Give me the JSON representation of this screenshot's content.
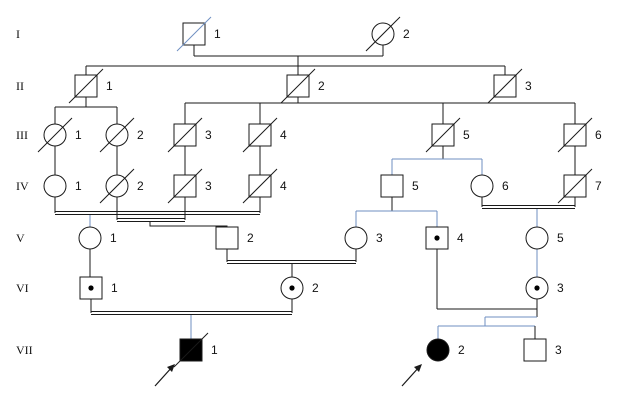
{
  "generations": [
    "I",
    "II",
    "III",
    "IV",
    "V",
    "VI",
    "VII"
  ],
  "colors": {
    "line": "#1a1a1a",
    "accent": "#6f8fc2",
    "fill": "#000000"
  },
  "people": [
    {
      "id": "I-1",
      "gen": "I",
      "label": "1",
      "sex": "male",
      "deceased": true
    },
    {
      "id": "I-2",
      "gen": "I",
      "label": "2",
      "sex": "female",
      "deceased": true
    },
    {
      "id": "II-1",
      "gen": "II",
      "label": "1",
      "sex": "male",
      "deceased": true
    },
    {
      "id": "II-2",
      "gen": "II",
      "label": "2",
      "sex": "male",
      "deceased": true
    },
    {
      "id": "II-3",
      "gen": "II",
      "label": "3",
      "sex": "male",
      "deceased": true
    },
    {
      "id": "III-1",
      "gen": "III",
      "label": "1",
      "sex": "female",
      "deceased": true
    },
    {
      "id": "III-2",
      "gen": "III",
      "label": "2",
      "sex": "female",
      "deceased": true
    },
    {
      "id": "III-3",
      "gen": "III",
      "label": "3",
      "sex": "male",
      "deceased": true
    },
    {
      "id": "III-4",
      "gen": "III",
      "label": "4",
      "sex": "male",
      "deceased": true
    },
    {
      "id": "III-5",
      "gen": "III",
      "label": "5",
      "sex": "male",
      "deceased": true
    },
    {
      "id": "III-6",
      "gen": "III",
      "label": "6",
      "sex": "male",
      "deceased": true
    },
    {
      "id": "IV-1",
      "gen": "IV",
      "label": "1",
      "sex": "female"
    },
    {
      "id": "IV-2",
      "gen": "IV",
      "label": "2",
      "sex": "female",
      "deceased": true
    },
    {
      "id": "IV-3",
      "gen": "IV",
      "label": "3",
      "sex": "male",
      "deceased": true
    },
    {
      "id": "IV-4",
      "gen": "IV",
      "label": "4",
      "sex": "male",
      "deceased": true
    },
    {
      "id": "IV-5",
      "gen": "IV",
      "label": "5",
      "sex": "male"
    },
    {
      "id": "IV-6",
      "gen": "IV",
      "label": "6",
      "sex": "female"
    },
    {
      "id": "IV-7",
      "gen": "IV",
      "label": "7",
      "sex": "male",
      "deceased": true
    },
    {
      "id": "V-1",
      "gen": "V",
      "label": "1",
      "sex": "female"
    },
    {
      "id": "V-2",
      "gen": "V",
      "label": "2",
      "sex": "male"
    },
    {
      "id": "V-3",
      "gen": "V",
      "label": "3",
      "sex": "female"
    },
    {
      "id": "V-4",
      "gen": "V",
      "label": "4",
      "sex": "male",
      "carrier": true
    },
    {
      "id": "V-5",
      "gen": "V",
      "label": "5",
      "sex": "female"
    },
    {
      "id": "VI-1",
      "gen": "VI",
      "label": "1",
      "sex": "male",
      "carrier": true
    },
    {
      "id": "VI-2",
      "gen": "VI",
      "label": "2",
      "sex": "female",
      "carrier": true
    },
    {
      "id": "VI-3",
      "gen": "VI",
      "label": "3",
      "sex": "female",
      "carrier": true
    },
    {
      "id": "VII-1",
      "gen": "VII",
      "label": "1",
      "sex": "male",
      "affected": true,
      "deceased": true,
      "proband": true
    },
    {
      "id": "VII-2",
      "gen": "VII",
      "label": "2",
      "sex": "female",
      "affected": true,
      "proband": true
    },
    {
      "id": "VII-3",
      "gen": "VII",
      "label": "3",
      "sex": "male"
    }
  ],
  "unions": [
    {
      "partners": [
        "I-1",
        "I-2"
      ],
      "children": [
        "II-1",
        "II-2",
        "II-3"
      ]
    },
    {
      "partners": [
        "II-1"
      ],
      "children": [
        "III-1",
        "III-2"
      ]
    },
    {
      "partners": [
        "II-2"
      ],
      "children": [
        "III-3",
        "III-4",
        "III-5",
        "III-6"
      ]
    },
    {
      "partners": [
        "III-1"
      ],
      "children": [
        "IV-1"
      ]
    },
    {
      "partners": [
        "III-2"
      ],
      "children": [
        "IV-2"
      ]
    },
    {
      "partners": [
        "III-3"
      ],
      "children": [
        "IV-3"
      ]
    },
    {
      "partners": [
        "III-4"
      ],
      "children": [
        "IV-4"
      ]
    },
    {
      "partners": [
        "III-5"
      ],
      "children": [
        "IV-5",
        "IV-6"
      ]
    },
    {
      "partners": [
        "III-6"
      ],
      "children": [
        "IV-7"
      ]
    },
    {
      "partners": [
        "IV-1",
        "IV-4"
      ],
      "consanguineous": true,
      "children": [
        "V-1"
      ]
    },
    {
      "partners": [
        "IV-2",
        "IV-3"
      ],
      "consanguineous": true,
      "children": [
        "V-2"
      ]
    },
    {
      "partners": [
        "IV-5"
      ],
      "children": [
        "V-3",
        "V-4"
      ]
    },
    {
      "partners": [
        "IV-6",
        "IV-7"
      ],
      "consanguineous": true,
      "children": [
        "V-5"
      ]
    },
    {
      "partners": [
        "V-1"
      ],
      "children": [
        "VI-1"
      ]
    },
    {
      "partners": [
        "V-2",
        "V-3"
      ],
      "consanguineous": true,
      "children": [
        "VI-2"
      ]
    },
    {
      "partners": [
        "V-4",
        "V-5"
      ],
      "children": [
        "VI-3"
      ]
    },
    {
      "partners": [
        "VI-1",
        "VI-2"
      ],
      "consanguineous": true,
      "children": [
        "VII-1"
      ]
    },
    {
      "partners": [
        "VI-3"
      ],
      "children": [
        "VII-2",
        "VII-3"
      ]
    }
  ]
}
